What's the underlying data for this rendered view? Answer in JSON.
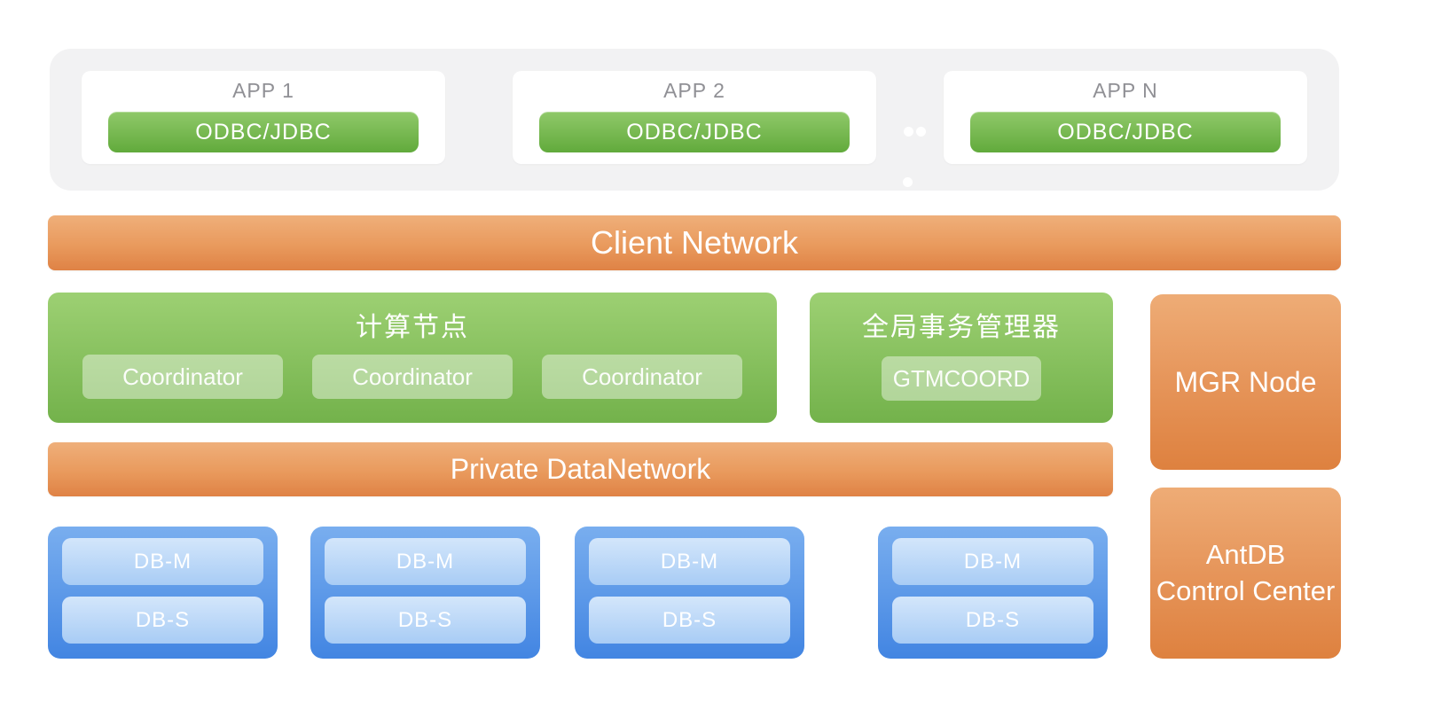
{
  "colors": {
    "orange_top": "#efaf7a",
    "orange_bottom": "#df8245",
    "green_top": "#9dd073",
    "green_bottom": "#73b24b",
    "odbc_green_top": "#90c96a",
    "odbc_green_bottom": "#61aa3c",
    "blue_top": "#79aeef",
    "blue_bottom": "#4285e2",
    "blue_inner_top": "#d3e6fb",
    "blue_inner_bottom": "#a8ccf5",
    "panel_gray": "#f2f2f3",
    "app_label_gray": "#909095",
    "text_white": "#ffffff"
  },
  "app_layer": {
    "apps": [
      {
        "label": "APP 1",
        "button_label": "ODBC/JDBC"
      },
      {
        "label": "APP 2",
        "button_label": "ODBC/JDBC"
      },
      {
        "label": "APP N",
        "button_label": "ODBC/JDBC"
      }
    ]
  },
  "client_network": {
    "label": "Client Network"
  },
  "compute_node": {
    "title": "计算节点",
    "coordinators": [
      "Coordinator",
      "Coordinator",
      "Coordinator"
    ]
  },
  "gtm": {
    "title": "全局事务管理器",
    "button_label": "GTMCOORD"
  },
  "mgr_node": {
    "label": "MGR Node"
  },
  "private_network": {
    "label": "Private DataNetwork"
  },
  "db_groups": [
    {
      "master": "DB-M",
      "standby": "DB-S"
    },
    {
      "master": "DB-M",
      "standby": "DB-S"
    },
    {
      "master": "DB-M",
      "standby": "DB-S"
    },
    {
      "master": "DB-M",
      "standby": "DB-S"
    }
  ],
  "control_center": {
    "line1": "AntDB",
    "line2": "Control Center"
  }
}
